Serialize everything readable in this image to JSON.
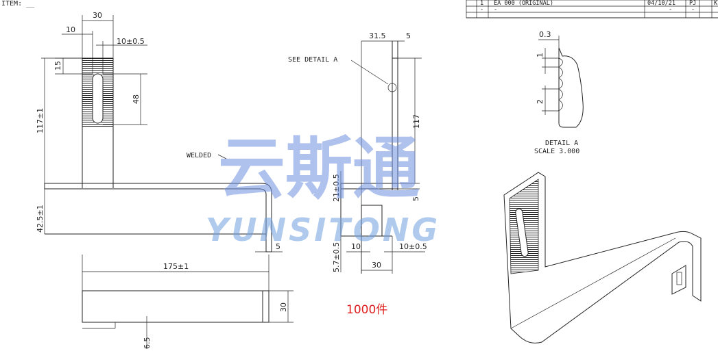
{
  "header": {
    "item_label": "ITEM: __"
  },
  "revision_table": {
    "rows": [
      {
        "rev": "1",
        "description": "EA 000 (ORIGINAL)",
        "date": "04/10/21",
        "by": "PJ",
        "extra": "K"
      },
      {
        "rev": "-",
        "description": "-",
        "date": "-",
        "by": "-",
        "extra": ""
      }
    ]
  },
  "front_view": {
    "dim_top_width": "30",
    "dim_left_offset": "10",
    "dim_slot_width": "10±0.5",
    "dim_top_gap": "15",
    "dim_slot_length": "48",
    "dim_overall_height": "117±1",
    "dim_base_height": "42.5±1",
    "dim_thickness": "5",
    "note_welded": "WELDED"
  },
  "side_view": {
    "dim_depth": "31.5",
    "dim_plate": "5",
    "dim_height": "117",
    "dim_lower": "21±0.5",
    "dim_lower_plate": "5",
    "dim_hole_height": "5.7±0.5",
    "dim_hole_width": "10",
    "dim_hole_tol": "10±0.5",
    "dim_bottom_width": "30",
    "note_detail": "SEE DETAIL  A"
  },
  "detail_view": {
    "dim_top": "0.3",
    "dim_pitch_1": "1",
    "dim_pitch_2": "2",
    "title": "DETAIL  A",
    "scale": "SCALE  3.000"
  },
  "bottom_view": {
    "dim_length": "175±1",
    "dim_height": "30",
    "dim_offset": "6.5"
  },
  "quantity_note": "1000件",
  "watermark": {
    "chinese": "云斯通",
    "latin": "YUNSITONG"
  }
}
